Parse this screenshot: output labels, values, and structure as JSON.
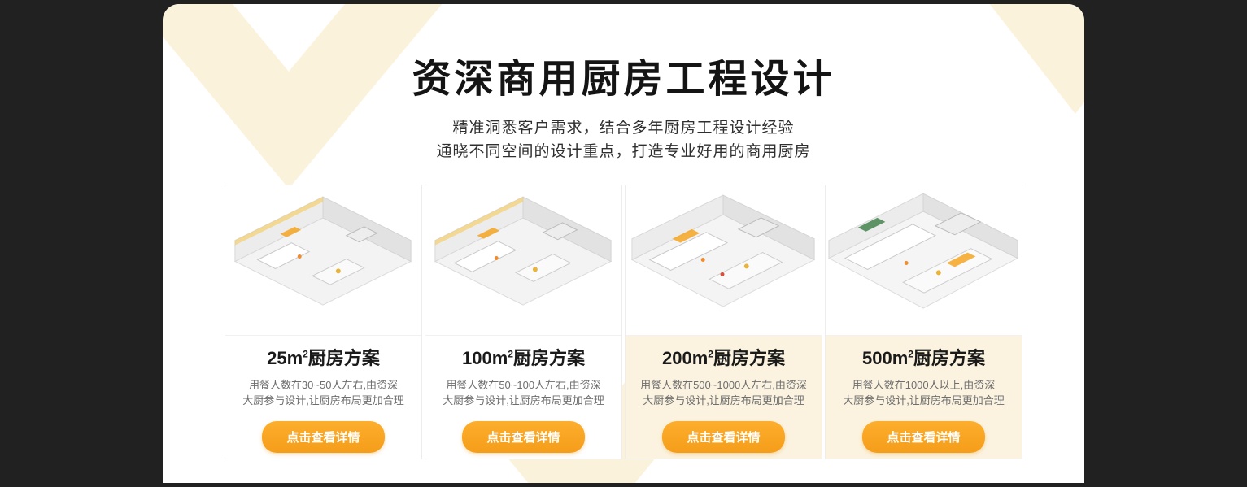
{
  "page": {
    "title": "资深商用厨房工程设计",
    "subtitle_line1": "精准洞悉客户需求，结合多年厨房工程设计经验",
    "subtitle_line2": "通晓不同空间的设计重点，打造专业好用的商用厨房"
  },
  "cards": [
    {
      "title_prefix": "25m",
      "title_sup": "2",
      "title_suffix": "厨房方案",
      "desc_line1": "用餐人数在30~50人左右,由资深",
      "desc_line2": "大厨参与设计,让厨房布局更加合理",
      "button_label": "点击查看详情",
      "image_alt": "25平米厨房等轴渲染图"
    },
    {
      "title_prefix": "100m",
      "title_sup": "2",
      "title_suffix": "厨房方案",
      "desc_line1": "用餐人数在50~100人左右,由资深",
      "desc_line2": "大厨参与设计,让厨房布局更加合理",
      "button_label": "点击查看详情",
      "image_alt": "100平米厨房等轴渲染图"
    },
    {
      "title_prefix": "200m",
      "title_sup": "2",
      "title_suffix": "厨房方案",
      "desc_line1": "用餐人数在500~1000人左右,由资深",
      "desc_line2": "大厨参与设计,让厨房布局更加合理",
      "button_label": "点击查看详情",
      "image_alt": "200平米厨房等轴渲染图"
    },
    {
      "title_prefix": "500m",
      "title_sup": "2",
      "title_suffix": "厨房方案",
      "desc_line1": "用餐人数在1000人以上,由资深",
      "desc_line2": "大厨参与设计,让厨房布局更加合理",
      "button_label": "点击查看详情",
      "image_alt": "500平米厨房等轴渲染图"
    }
  ],
  "colors": {
    "accent_orange": "#f59d1a",
    "pattern_cream": "#fbf2dc",
    "card_tint": "#fbf3e0",
    "page_background": "#212121",
    "panel_background": "#ffffff"
  }
}
